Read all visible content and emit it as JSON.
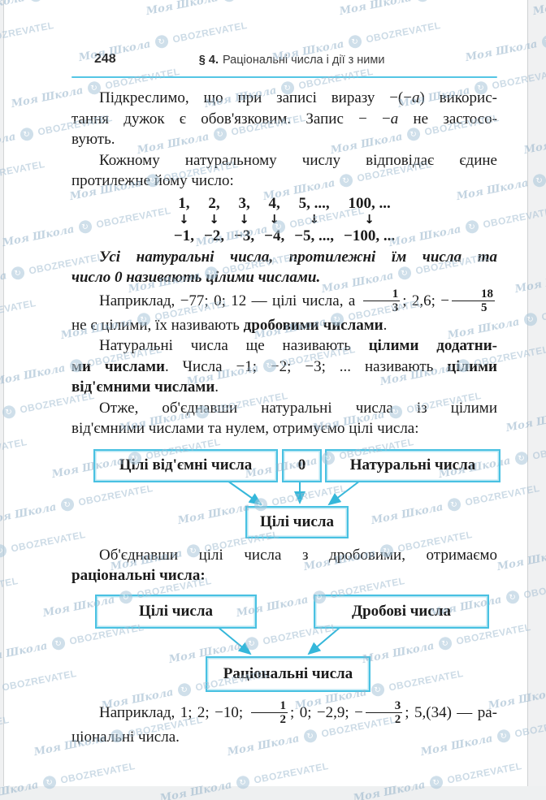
{
  "watermark": {
    "brand": "Моя Школа",
    "site": "OBOZREVATEL",
    "logo_glyph": "↻"
  },
  "header": {
    "page_number": "248",
    "section": "§ 4.",
    "title": "Раціональні числа і дії з ними"
  },
  "content": {
    "p1": {
      "lines": [
        [
          {
            "t": "Підкреслимо, що при записі виразу −(−"
          },
          {
            "t": "a",
            "s": "i"
          },
          {
            "t": ") викорис-"
          }
        ],
        [
          {
            "t": "тання дужок є обов'язковим. Запис − −"
          },
          {
            "t": "a",
            "s": "i"
          },
          {
            "t": " не застосо-"
          }
        ],
        [
          {
            "t": "вують."
          }
        ]
      ]
    },
    "p2": {
      "lines": [
        [
          {
            "t": "Кожному натуральному числу відповідає єдине"
          }
        ],
        [
          {
            "t": "протилежне йому число:"
          }
        ]
      ]
    },
    "mapping": {
      "arrow": "↓",
      "pairs": [
        {
          "top": "1,",
          "bottom": "−1,"
        },
        {
          "top": "2,",
          "bottom": "−2,"
        },
        {
          "top": "3,",
          "bottom": "−3,"
        },
        {
          "top": "4,",
          "bottom": "−4,"
        },
        {
          "top": "5, ...,",
          "bottom": "−5, ...,"
        },
        {
          "top": "100, ...",
          "bottom": "−100, ..."
        }
      ]
    },
    "p3": {
      "lines": [
        [
          {
            "t": "Усі натуральні числа, протилежні їм числа та",
            "s": "bi"
          }
        ],
        [
          {
            "t": "число 0 називають цілими числами.",
            "s": "bi"
          }
        ]
      ]
    },
    "p4": {
      "lines": [
        [
          {
            "t": "Наприклад, −77; 0; 12 — цілі числа, а "
          },
          {
            "frac": [
              "1",
              "3"
            ]
          },
          {
            "t": "; 2,6; −"
          },
          {
            "frac": [
              "18",
              "5"
            ]
          }
        ],
        [
          {
            "t": "не є цілими, їх називають "
          },
          {
            "t": "дробовими числами",
            "s": "b"
          },
          {
            "t": "."
          }
        ]
      ]
    },
    "p5": {
      "lines": [
        [
          {
            "t": "Натуральні числа ще називають "
          },
          {
            "t": "цілими додатни-",
            "s": "b"
          }
        ],
        [
          {
            "t": "ми числами",
            "s": "b"
          },
          {
            "t": ". Числа −1; −2; −3; ... називають "
          },
          {
            "t": "цілими",
            "s": "b"
          }
        ],
        [
          {
            "t": "від'ємними числами",
            "s": "b"
          },
          {
            "t": "."
          }
        ]
      ]
    },
    "p6": {
      "lines": [
        [
          {
            "t": "Отже, об'єднавши натуральні числа із цілими"
          }
        ],
        [
          {
            "t": "від'ємними числами та нулем, отримуємо цілі числа:"
          }
        ]
      ]
    },
    "p7": {
      "lines": [
        [
          {
            "t": "Об'єднавши цілі числа з дробовими, отримаємо"
          }
        ],
        [
          {
            "t": "раціональні числа:",
            "s": "b"
          }
        ]
      ]
    },
    "p8": {
      "lines": [
        [
          {
            "t": "Наприклад, 1; 2; −10; "
          },
          {
            "frac": [
              "1",
              "2"
            ]
          },
          {
            "t": "; 0; −2,9; −"
          },
          {
            "frac": [
              "3",
              "2"
            ]
          },
          {
            "t": "; 5,(34) — ра-"
          }
        ],
        [
          {
            "t": "ціональні числа."
          }
        ]
      ]
    }
  },
  "diagram_integers": {
    "negatives": "Цілі від'ємні числа",
    "zero": "0",
    "naturals": "Натуральні числа",
    "result": "Цілі числа"
  },
  "diagram_rationals": {
    "integers": "Цілі числа",
    "fractions": "Дробові числа",
    "result": "Раціональні числа"
  },
  "colors": {
    "accent": "#49c1e2",
    "arrow": "#35b7da",
    "rule": "#55c6e5"
  }
}
